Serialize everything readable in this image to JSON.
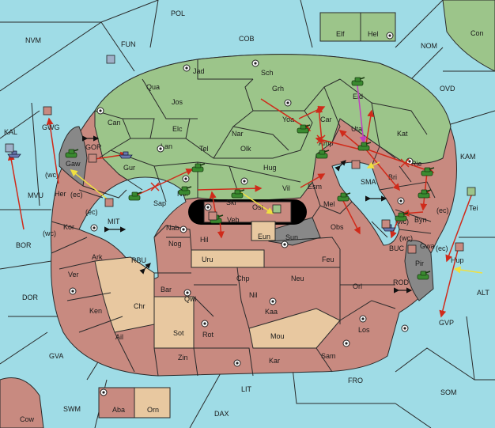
{
  "map": {
    "seas": {
      "POL": "POL",
      "COB": "COB",
      "NVM": "NVM",
      "FUN": "FUN",
      "NOM": "NOM",
      "CON": "Con",
      "OVD": "OVD",
      "KAL": "KAL",
      "KAM": "KAM",
      "MVU": "MVU",
      "GOR": "GOR",
      "MIT": "MIT",
      "RBU": "RBU",
      "SMA": "SMA",
      "BOR": "BOR",
      "BUC": "BUC",
      "ROD": "ROD",
      "DOR": "DOR",
      "GVA": "GVA",
      "GVP": "GVP",
      "ALT": "ALT",
      "FRO": "FRO",
      "SOM": "SOM",
      "LIT": "LIT",
      "SWM": "SWM",
      "DAX": "DAX",
      "COW": "Cow"
    },
    "provinces": {
      "Elf": "Elf",
      "Hel": "Hel",
      "Jad": "Jad",
      "Sch": "Sch",
      "Qua": "Qua",
      "Jos": "Jos",
      "Grh": "Grh",
      "Eld": "Eld",
      "Can": "Can",
      "Elc": "Elc",
      "Nar": "Nar",
      "Yoa": "Yoa",
      "Car": "Car",
      "Uta": "Uta",
      "Kat": "Kat",
      "Tel": "Tel",
      "Olk": "Olk",
      "Amp": "Amp",
      "Gur": "Gur",
      "Lan": "Lan",
      "Hug": "Hug",
      "Rie": "Rie",
      "Gaw": "Gaw",
      "Bri": "Bri",
      "Esm": "Esm",
      "Vil": "Vil",
      "Nor": "Nor",
      "Sap": "Sap",
      "Skr": "Skr",
      "Ost": "Ost",
      "Mel": "Mel",
      "Byn": "Byn",
      "Tei": "Tei",
      "Her": "Her",
      "Veb": "Veb",
      "Kor": "Kor",
      "Nab": "Nab",
      "Hil": "Hil",
      "Eun": "Eun",
      "Sun": "Sun",
      "Obs": "Obs",
      "Gwa": "Gwa",
      "Nog": "Nog",
      "Ark": "Ark",
      "Uru": "Uru",
      "Feu": "Feu",
      "Pir": "Pir",
      "Hup": "Hup",
      "Ver": "Ver",
      "Chp": "Chp",
      "Neu": "Neu",
      "Bar": "Bar",
      "Qwi": "Qwi",
      "Orl": "Orl",
      "Chr": "Chr",
      "Nil": "Nil",
      "Ken": "Ken",
      "Kaa": "Kaa",
      "Sot": "Sot",
      "Rot": "Rot",
      "Ail": "Ail",
      "Mou": "Mou",
      "Los": "Los",
      "Zin": "Zin",
      "Kar": "Kar",
      "Sam": "Sam",
      "Aba": "Aba",
      "Orn": "Orn"
    },
    "coast_tags": {
      "wc1": "(wc)",
      "ec1": "(ec)",
      "wc2": "(wc)",
      "ec2": "(ec)",
      "wc3": "(wc)",
      "ec3": "(ec)",
      "wc4": "(wc)",
      "ec4": "(ec)"
    },
    "colors": {
      "sea": "#9fdce6",
      "green_power": "#9cc58a",
      "red_power": "#c88a80",
      "neutral_land": "#e8c8a0",
      "impassable": "#888888",
      "order_move": "#d02a1a",
      "order_support": "#f0e040",
      "order_convoy": "#c040c0"
    },
    "icons": {
      "army": "tank-army-icon",
      "fleet": "fleet-ship-icon",
      "supply_center": "supply-center-icon",
      "failed_order": "x-mark-icon",
      "strait": "double-arrow-icon"
    }
  }
}
